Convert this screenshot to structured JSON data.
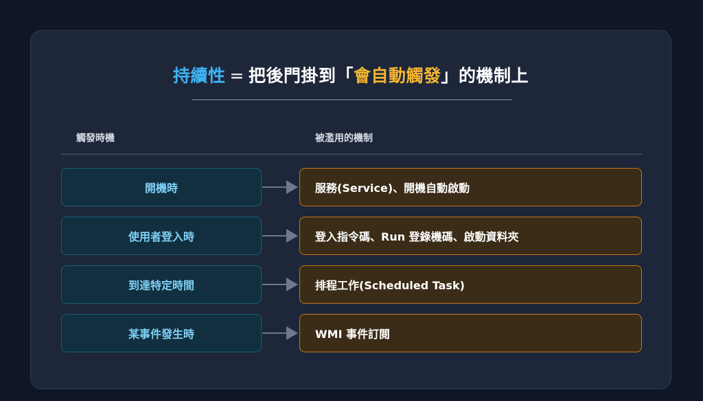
{
  "title": {
    "keyword": "持續性",
    "equals": "=",
    "middle": "把後門掛到「",
    "highlight": "會自動觸發",
    "suffix": "」的機制上"
  },
  "headers": {
    "trigger": "觸發時機",
    "mechanism": "被濫用的機制"
  },
  "rows": [
    {
      "trigger": "開機時",
      "mechanism": "服務(Service)、開機自動啟動"
    },
    {
      "trigger": "使用者登入時",
      "mechanism": "登入指令碼、Run 登錄機碼、啟動資料夾"
    },
    {
      "trigger": "到達特定時間",
      "mechanism": "排程工作(Scheduled Task)"
    },
    {
      "trigger": "某事件發生時",
      "mechanism": "WMI 事件訂閱"
    }
  ],
  "colors": {
    "keyword": "#3fb3f2",
    "highlight": "#f5b531",
    "trigger_border": "#1d5e78",
    "mechanism_border": "#c9761f"
  }
}
